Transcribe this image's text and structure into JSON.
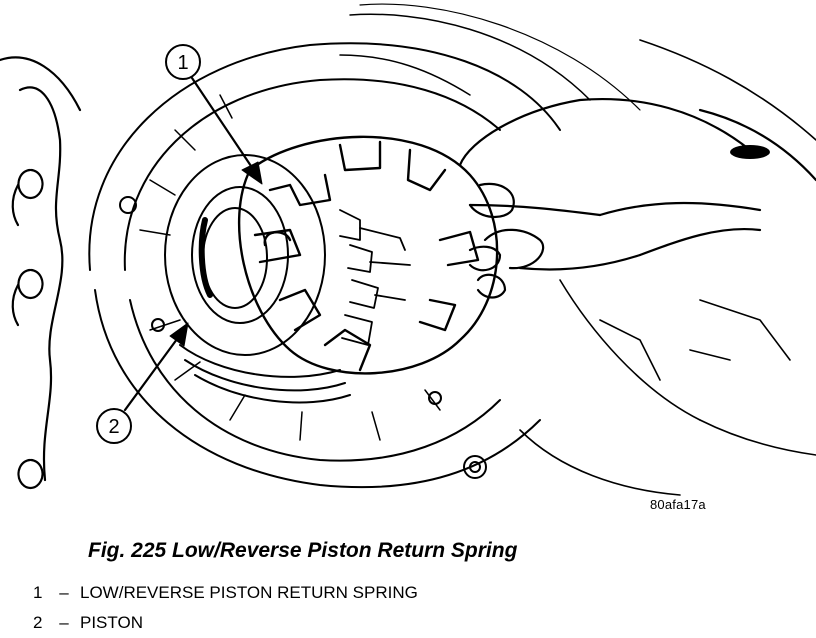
{
  "figure": {
    "callouts": [
      "1",
      "2"
    ],
    "image_code": "80afa17a",
    "caption": "Fig. 225 Low/Reverse Piston Return Spring"
  },
  "legend": [
    {
      "number": "1",
      "separator": "–",
      "text": "LOW/REVERSE PISTON RETURN SPRING"
    },
    {
      "number": "2",
      "separator": "–",
      "text": "PISTON"
    }
  ]
}
